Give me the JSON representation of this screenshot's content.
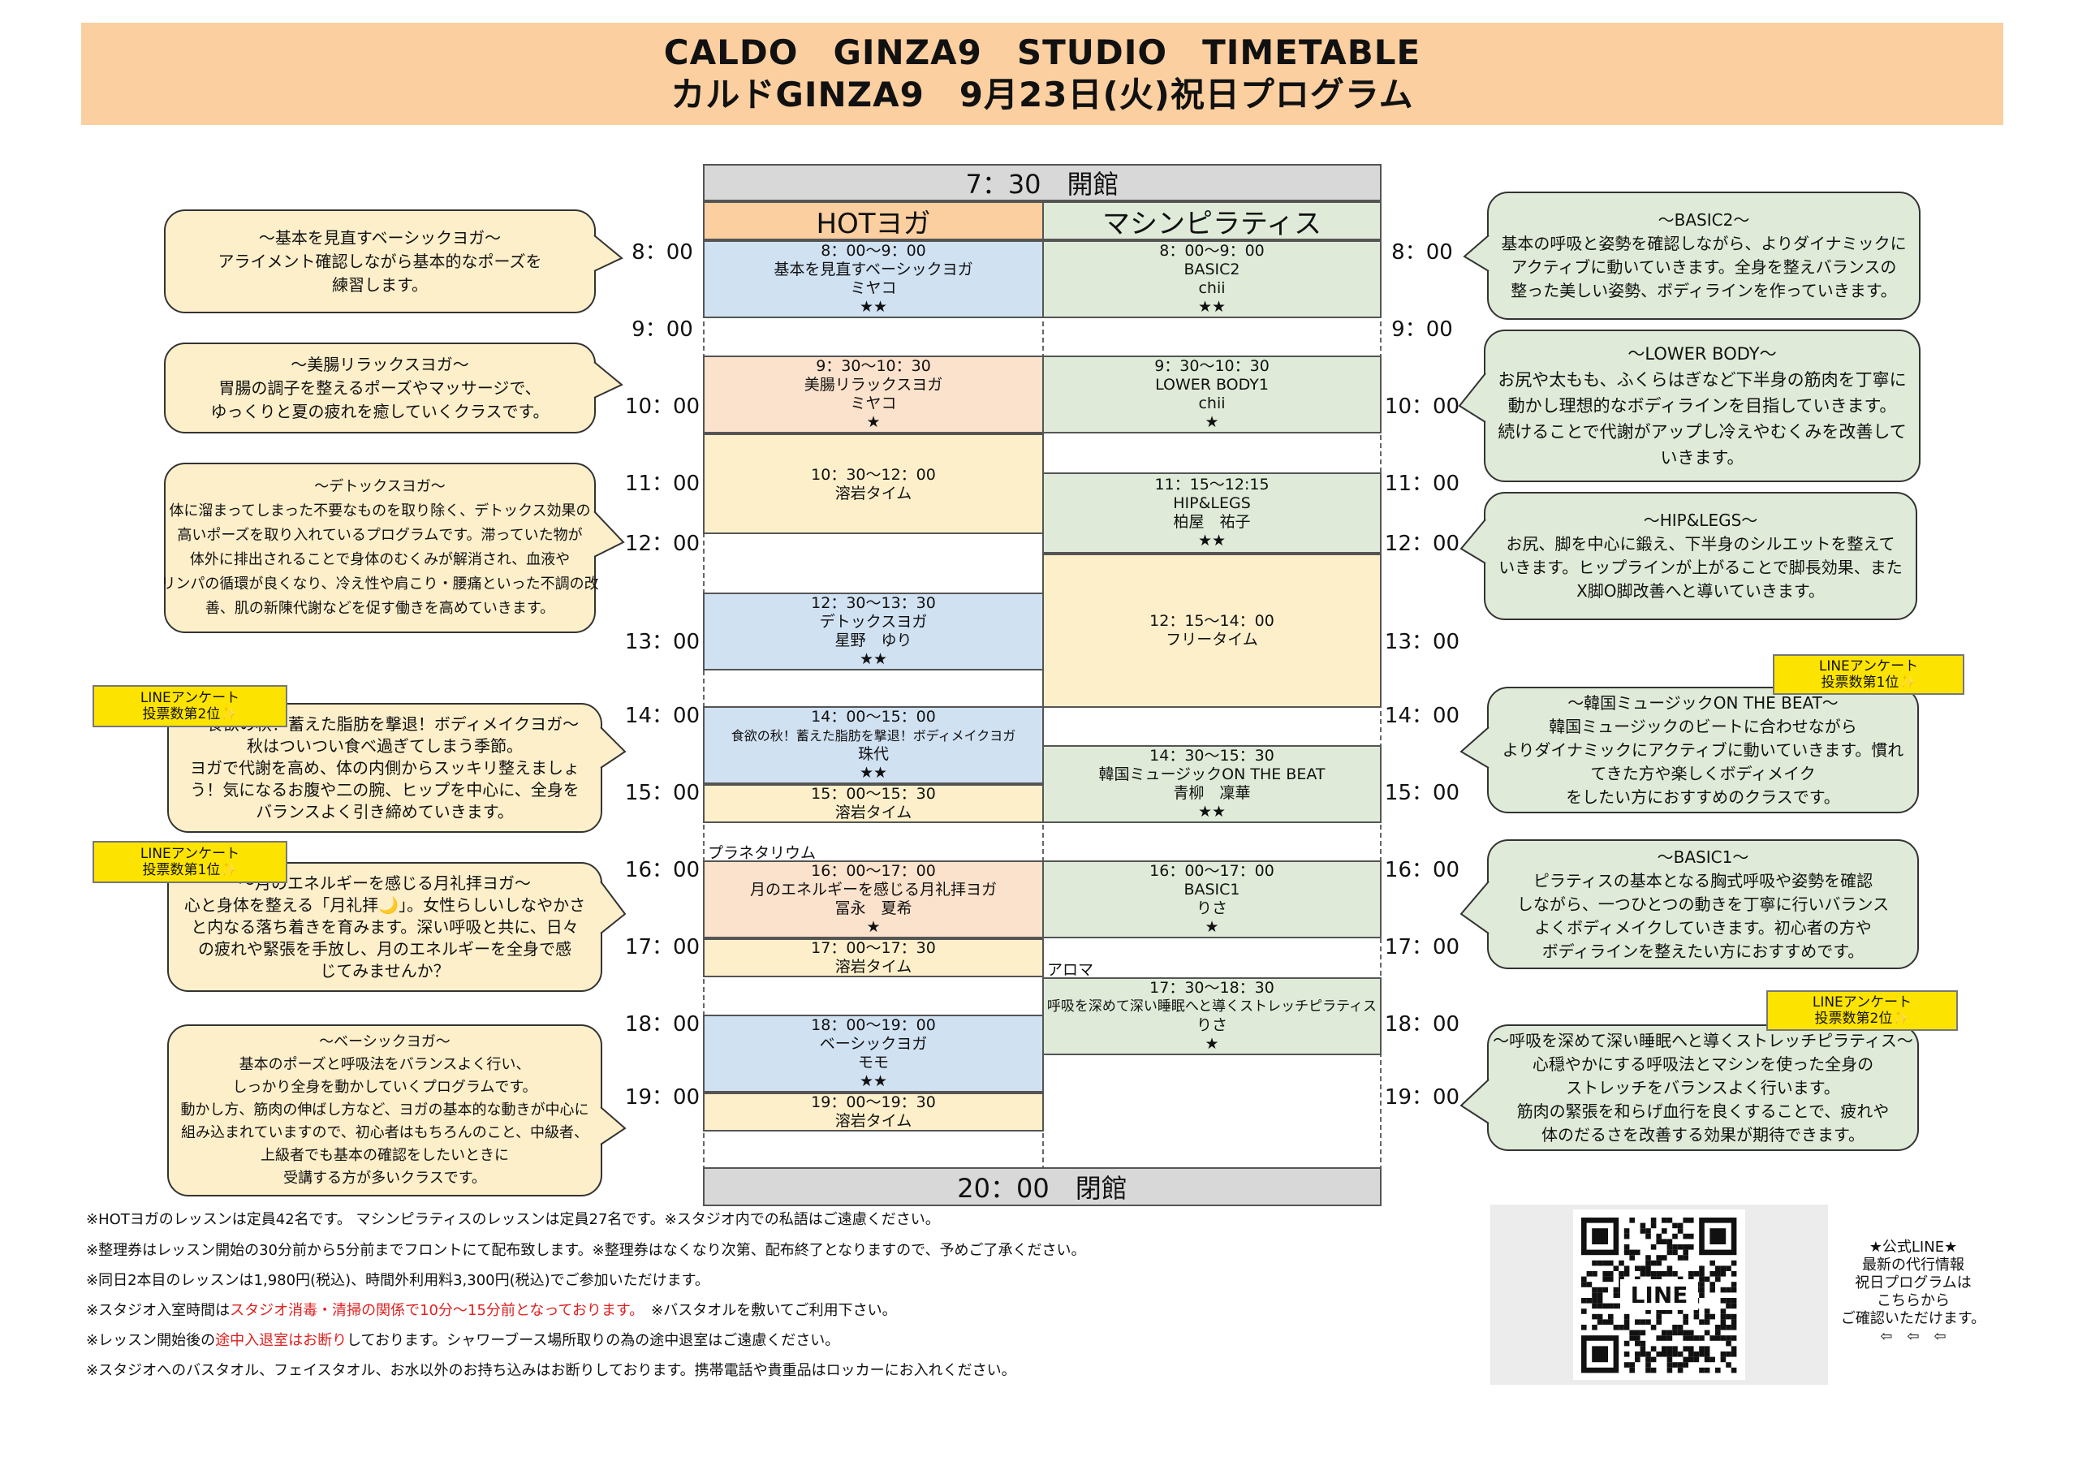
{
  "header": {
    "title_en": "CALDO　GINZA9　STUDIO　TIMETABLE",
    "title_jp": "カルドGINZA9　9月23日(火)祝日プログラム"
  },
  "schedule": {
    "open_label": "7：30　開館",
    "close_label": "20：00　閉館",
    "col_hot": "HOTヨガ",
    "col_machine": "マシンピラティス",
    "times": [
      "8：00",
      "9：00",
      "10：00",
      "11：00",
      "12：00",
      "13：00",
      "14：00",
      "15：00",
      "16：00",
      "17：00",
      "18：00",
      "19：00"
    ],
    "planetarium": "プラネタリウム",
    "aroma": "アロマ",
    "hot": [
      {
        "time": "8：00～9：00",
        "name": "基本を見直すベーシックヨガ",
        "instructor": "ミヤコ",
        "stars": "★★"
      },
      {
        "time": "9：30～10：30",
        "name": "美腸リラックスヨガ",
        "instructor": "ミヤコ",
        "stars": "★"
      },
      {
        "time": "10：30～12：00",
        "name": "溶岩タイム",
        "instructor": "",
        "stars": ""
      },
      {
        "time": "12：30～13：30",
        "name": "デトックスヨガ",
        "instructor": "星野　ゆり",
        "stars": "★★"
      },
      {
        "time": "14：00～15：00",
        "name": "食欲の秋！蓄えた脂肪を撃退！ボディメイクヨガ",
        "instructor": "珠代",
        "stars": "★★"
      },
      {
        "time": "15：00～15：30",
        "name": "溶岩タイム",
        "instructor": "",
        "stars": ""
      },
      {
        "time": "16：00～17：00",
        "name": "月のエネルギーを感じる月礼拝ヨガ",
        "instructor": "冨永　夏希",
        "stars": "★"
      },
      {
        "time": "17：00～17：30",
        "name": "溶岩タイム",
        "instructor": "",
        "stars": ""
      },
      {
        "time": "18：00～19：00",
        "name": "ベーシックヨガ",
        "instructor": "モモ",
        "stars": "★★"
      },
      {
        "time": "19：00～19：30",
        "name": "溶岩タイム",
        "instructor": "",
        "stars": ""
      }
    ],
    "machine": [
      {
        "time": "8：00～9：00",
        "name": "BASIC2",
        "instructor": "chii",
        "stars": "★★"
      },
      {
        "time": "9：30～10：30",
        "name": "LOWER BODY1",
        "instructor": "chii",
        "stars": "★"
      },
      {
        "time": "11：15～12:15",
        "name": "HIP&LEGS",
        "instructor": "柏屋　祐子",
        "stars": "★★"
      },
      {
        "time": "12：15～14：00",
        "name": "フリータイム",
        "instructor": "",
        "stars": ""
      },
      {
        "time": "14：30～15：30",
        "name": "韓国ミュージックON THE BEAT",
        "instructor": "青柳　凜華",
        "stars": "★★"
      },
      {
        "time": "16：00～17：00",
        "name": "BASIC1",
        "instructor": "りさ",
        "stars": "★"
      },
      {
        "time": "17：30～18：30",
        "name": "呼吸を深めて深い睡眠へと導くストレッチピラティス",
        "instructor": "りさ",
        "stars": "★"
      }
    ]
  },
  "bubbles_left": [
    {
      "lines": [
        "～基本を見直すベーシックヨガ～",
        "アライメント確認しながら基本的なポーズを",
        "練習します。"
      ]
    },
    {
      "lines": [
        "～美腸リラックスヨガ～",
        "胃腸の調子を整えるポーズやマッサージで、",
        "ゆっくりと夏の疲れを癒していくクラスです。"
      ]
    },
    {
      "lines": [
        "～デトックスヨガ～",
        "体に溜まってしまった不要なものを取り除く、デトックス効果の",
        "高いポーズを取り入れているプログラムです。滞っていた物が",
        "体外に排出されることで身体のむくみが解消され、血液や",
        "リンパの循環が良くなり、冷え性や肩こり・腰痛といった不調の改",
        "善、肌の新陳代謝などを促す働きを高めていきます。"
      ]
    },
    {
      "lines": [
        "～食欲の秋！蓄えた脂肪を撃退！ボディメイクヨガ～",
        "秋はついつい食べ過ぎてしまう季節。",
        "ヨガで代謝を高め、体の内側からスッキリ整えましょ",
        "う！気になるお腹や二の腕、ヒップを中心に、全身を",
        "バランスよく引き締めていきます。"
      ]
    },
    {
      "lines": [
        "～月のエネルギーを感じる月礼拝ヨガ～",
        "心と身体を整える「月礼拝🌙」。女性らしいしなやかさ",
        "と内なる落ち着きを育みます。深い呼吸と共に、日々",
        "の疲れや緊張を手放し、月のエネルギーを全身で感",
        "じてみませんか？"
      ]
    },
    {
      "lines": [
        "～ベーシックヨガ～",
        "基本のポーズと呼吸法をバランスよく行い、",
        "しっかり全身を動かしていくプログラムです。",
        "動かし方、筋肉の伸ばし方など、ヨガの基本的な動きが中心に",
        "組み込まれていますので、初心者はもちろんのこと、中級者、",
        "上級者でも基本の確認をしたいときに",
        "受講する方が多いクラスです。"
      ]
    }
  ],
  "bubbles_right": [
    {
      "lines": [
        "～BASIC2～",
        "基本の呼吸と姿勢を確認しながら、よりダイナミックに",
        "アクティブに動いていきます。全身を整えバランスの",
        "整った美しい姿勢、ボディラインを作っていきます。"
      ]
    },
    {
      "lines": [
        "～LOWER BODY～",
        "お尻や太もも、ふくらはぎなど下半身の筋肉を丁寧に",
        "動かし理想的なボディラインを目指していきます。",
        "続けることで代謝がアップし冷えやむくみを改善して",
        "いきます。"
      ]
    },
    {
      "lines": [
        "～HIP&LEGS～",
        "お尻、脚を中心に鍛え、下半身のシルエットを整えて",
        "いきます。ヒップラインが上がることで脚長効果、また",
        "X脚O脚改善へと導いていきます。"
      ]
    },
    {
      "lines": [
        "～韓国ミュージックON THE BEAT～",
        "韓国ミュージックのビートに合わせながら",
        "よりダイナミックにアクティブに動いていきます。慣れ",
        "てきた方や楽しくボディメイク",
        "をしたい方におすすめのクラスです。"
      ]
    },
    {
      "lines": [
        "～BASIC1～",
        "ピラティスの基本となる胸式呼吸や姿勢を確認",
        "しながら、一つひとつの動きを丁寧に行いバランス",
        "よくボディメイクしていきます。初心者の方や",
        "ボディラインを整えたい方におすすめです。"
      ]
    },
    {
      "lines": [
        "～呼吸を深めて深い睡眠へと導くストレッチピラティス～",
        "心穏やかにする呼吸法とマシンを使った全身の",
        "ストレッチをバランスよく行います。",
        "筋肉の緊張を和らげ血行を良くすることで、疲れや",
        "体のだるさを改善する効果が期待できます。"
      ]
    }
  ],
  "ribbons": [
    {
      "line1": "LINEアンケート",
      "line2": "投票数第2位✨"
    },
    {
      "line1": "LINEアンケート",
      "line2": "投票数第1位✨"
    },
    {
      "line1": "LINEアンケート",
      "line2": "投票数第1位✨"
    },
    {
      "line1": "LINEアンケート",
      "line2": "投票数第2位✨"
    }
  ],
  "notes": {
    "n1": "※HOTヨガのレッスンは定員42名です。 マシンピラティスのレッスンは定員27名です。※スタジオ内での私語はご遠慮ください。",
    "n2": "※整理券はレッスン開始の30分前から5分前までフロントにて配布致します。※整理券はなくなり次第、配布終了となりますので、予めご了承ください。",
    "n3": "※同日2本目のレッスンは1,980円(税込)、時間外利用料3,300円(税込)でご参加いただけます。",
    "n4a": "※スタジオ入室時間は",
    "n4b": "スタジオ消毒・清掃の関係で10分～15分前となっております。",
    "n4c": "　※バスタオルを敷いてご利用下さい。",
    "n5a": "※レッスン開始後の",
    "n5b": "途中入退室はお断り",
    "n5c": "しております。シャワーブース場所取りの為の途中退室はご遠慮ください。",
    "n6": "※スタジオへのバスタオル、フェイスタオル、お水以外のお持ち込みはお断りしております。携帯電話や貴重品はロッカーにお入れください。"
  },
  "line_info": {
    "qr_label": "LINE",
    "l1": "★公式LINE★",
    "l2": "最新の代行情報",
    "l3": "祝日プログラムは",
    "l4": "こちらから",
    "l5": "ご確認いただけます。",
    "arrows": "⇦　⇦　⇦"
  }
}
